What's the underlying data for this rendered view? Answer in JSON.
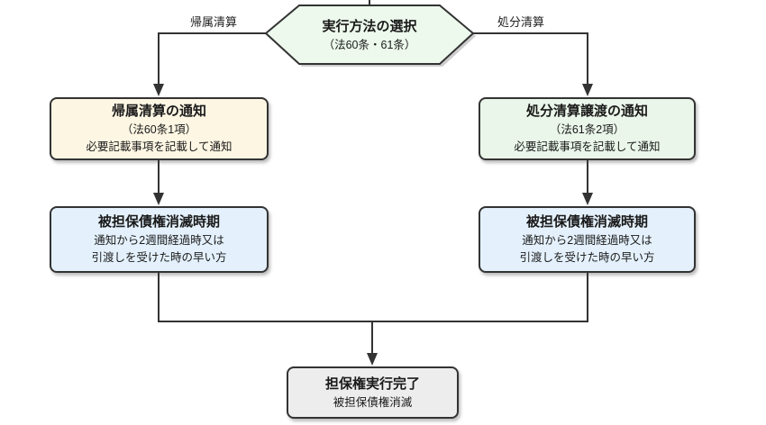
{
  "diagram": {
    "nodes": {
      "selector": {
        "title": "実行方法の選択",
        "subtitle": "（法60条・61条）"
      },
      "left_notice": {
        "title": "帰属清算の通知",
        "subtitle": "（法60条1項）",
        "detail": "必要記載事項を記載して通知"
      },
      "right_notice": {
        "title": "処分清算譲渡の通知",
        "subtitle": "（法61条2項）",
        "detail": "必要記載事項を記載して通知"
      },
      "left_extinction": {
        "title": "被担保債権消滅時期",
        "detail1": "通知から2週間経過時又は",
        "detail2": "引渡しを受けた時の早い方"
      },
      "right_extinction": {
        "title": "被担保債権消滅時期",
        "detail1": "通知から2週間経過時又は",
        "detail2": "引渡しを受けた時の早い方"
      },
      "completion": {
        "title": "担保権実行完了",
        "detail": "被担保債権消滅"
      }
    },
    "edge_labels": {
      "left": "帰属清算",
      "right": "処分清算"
    },
    "colors": {
      "hexagon_fill": "#ecf9ec",
      "notice_left_fill": "#fdf6e3",
      "notice_right_fill": "#eaf6e9",
      "extinction_fill": "#e4f1fc",
      "completion_fill": "#ededed",
      "line": "#333333",
      "border": "#333333",
      "text": "#1a1a1a"
    }
  }
}
